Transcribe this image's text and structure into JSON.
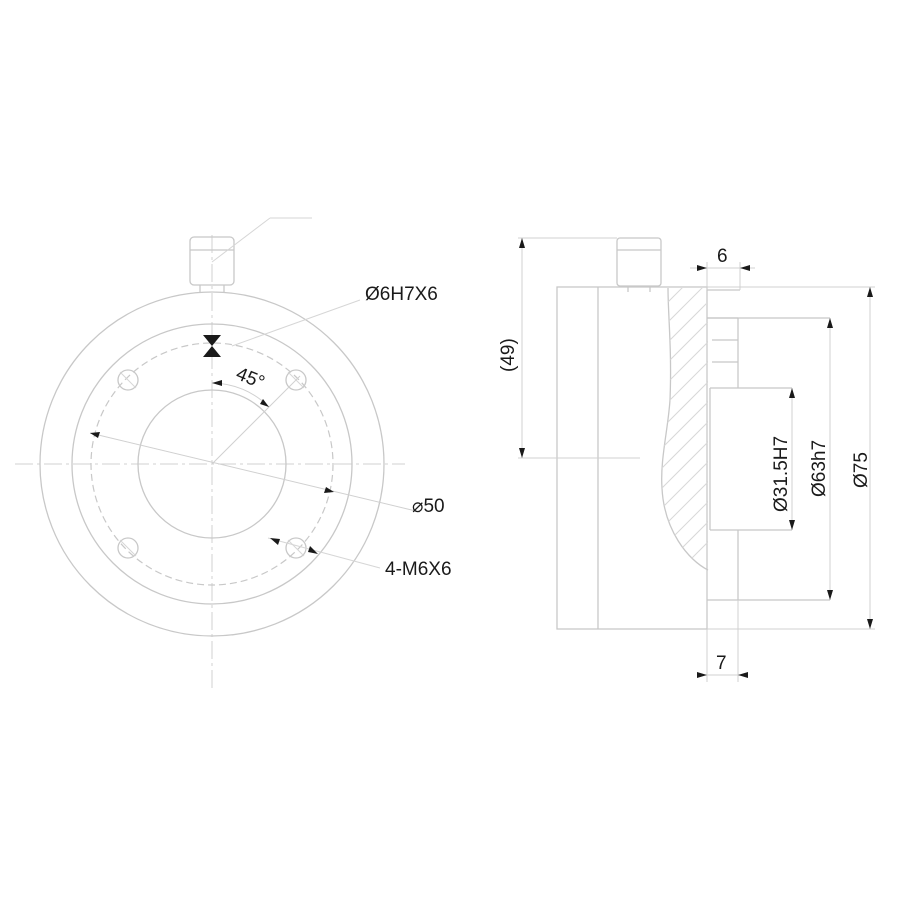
{
  "front_view": {
    "pin_hole_label": "Ø6H7X6",
    "angle_label": "45°",
    "bolt_circle_label": "⌀50",
    "tapped_holes_label": "4-M6X6"
  },
  "side_view": {
    "height_label": "(49)",
    "top_width_label": "6",
    "bottom_width_label": "7",
    "bore_dia_label": "Ø31.5H7",
    "pilot_dia_label": "Ø63h7",
    "outer_dia_label": "Ø75"
  }
}
